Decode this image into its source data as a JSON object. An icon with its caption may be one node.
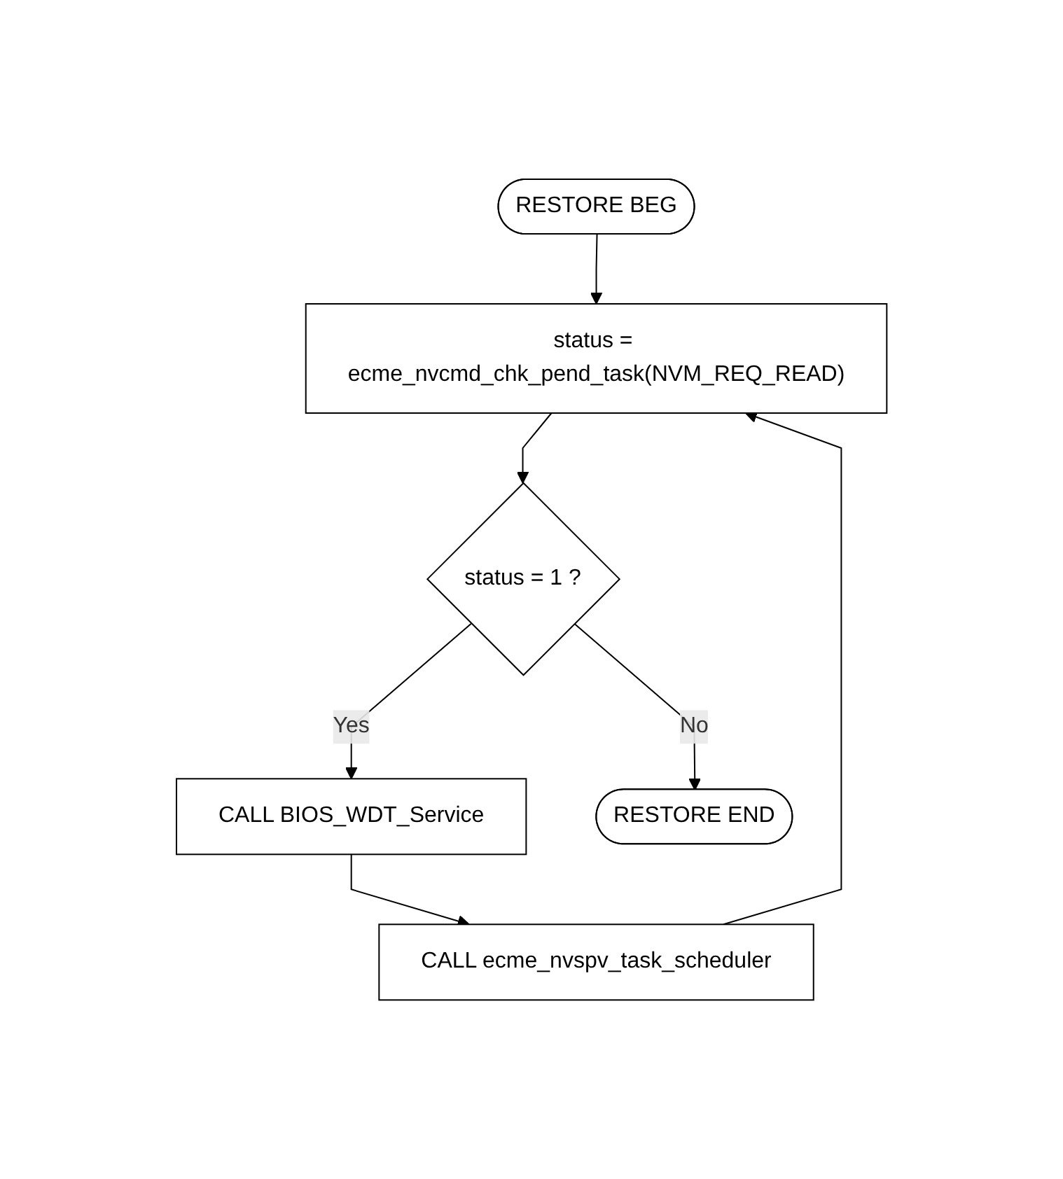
{
  "diagram": {
    "nodes": [
      {
        "text": [
          "RESTORE BEG"
        ]
      },
      {
        "text": [
          "status = ecme_nvcmd_chk_pend_task(NVM_REQ_READ)"
        ]
      },
      {
        "text": [
          "status = 1 ?"
        ]
      },
      {
        "text": [
          "CALL BIOS_WDT_Service"
        ]
      },
      {
        "text": [
          "CALL ecme_nvspv_task_scheduler"
        ]
      },
      {
        "text": [
          "RESTORE END"
        ]
      }
    ],
    "edges": [
      {
        "from": 0,
        "to": 1,
        "arrow": "to"
      },
      {
        "from": 1,
        "to": 2,
        "arrow": "to"
      },
      {
        "from": 2,
        "to": 3,
        "arrow": "to",
        "label": "Yes"
      },
      {
        "from": 3,
        "to": 4,
        "arrow": "to"
      },
      {
        "from": 4,
        "to": 1,
        "arrow": "to"
      },
      {
        "from": 2,
        "to": 5,
        "arrow": "to",
        "label": "No"
      }
    ]
  }
}
